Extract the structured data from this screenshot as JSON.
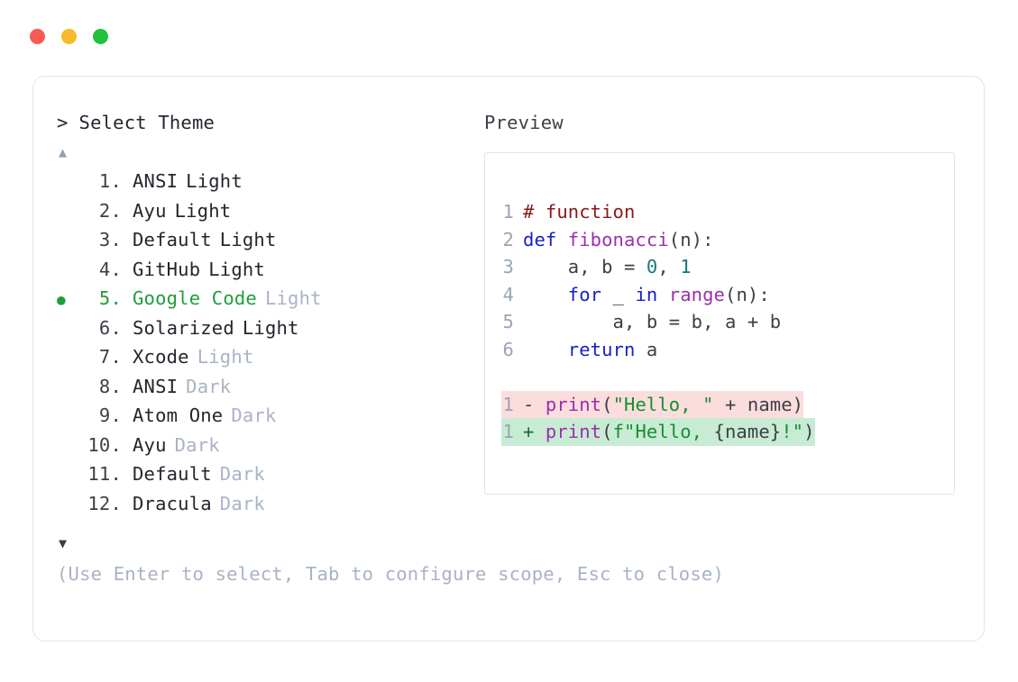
{
  "window": {
    "dots": [
      {
        "name": "close",
        "color": "#f75a54"
      },
      {
        "name": "minimize",
        "color": "#f7ba2a"
      },
      {
        "name": "maximize",
        "color": "#23c03a"
      }
    ]
  },
  "chooser": {
    "caret": ">",
    "title": "Select Theme",
    "scroll_up_icon": "▲",
    "scroll_down_icon": "▼",
    "selected_index": 5,
    "selected_bullet": "●",
    "items": [
      {
        "number": "1.",
        "name": "ANSI",
        "variant": "Light",
        "variant_dim": false,
        "selected": false
      },
      {
        "number": "2.",
        "name": "Ayu",
        "variant": "Light",
        "variant_dim": false,
        "selected": false
      },
      {
        "number": "3.",
        "name": "Default",
        "variant": "Light",
        "variant_dim": false,
        "selected": false
      },
      {
        "number": "4.",
        "name": "GitHub",
        "variant": "Light",
        "variant_dim": false,
        "selected": false
      },
      {
        "number": "5.",
        "name": "Google Code",
        "variant": "Light",
        "variant_dim": true,
        "selected": true
      },
      {
        "number": "6.",
        "name": "Solarized",
        "variant": "Light",
        "variant_dim": false,
        "selected": false
      },
      {
        "number": "7.",
        "name": "Xcode",
        "variant": "Light",
        "variant_dim": true,
        "selected": false
      },
      {
        "number": "8.",
        "name": "ANSI",
        "variant": "Dark",
        "variant_dim": true,
        "selected": false
      },
      {
        "number": "9.",
        "name": "Atom One",
        "variant": "Dark",
        "variant_dim": true,
        "selected": false
      },
      {
        "number": "10.",
        "name": "Ayu",
        "variant": "Dark",
        "variant_dim": true,
        "selected": false
      },
      {
        "number": "11.",
        "name": "Default",
        "variant": "Dark",
        "variant_dim": true,
        "selected": false
      },
      {
        "number": "12.",
        "name": "Dracula",
        "variant": "Dark",
        "variant_dim": true,
        "selected": false
      }
    ]
  },
  "hint": "(Use Enter to select, Tab to configure scope, Esc to close)",
  "preview": {
    "label": "Preview",
    "code_lines": [
      {
        "ln": "1",
        "tokens": [
          {
            "t": "# function",
            "c": "tok-comment"
          }
        ]
      },
      {
        "ln": "2",
        "tokens": [
          {
            "t": "def ",
            "c": "tok-keyword"
          },
          {
            "t": "fibonacci",
            "c": "tok-func"
          },
          {
            "t": "(n):",
            "c": "tok-punct"
          }
        ]
      },
      {
        "ln": "3",
        "tokens": [
          {
            "t": "    a, b = ",
            "c": "tok-plain"
          },
          {
            "t": "0",
            "c": "tok-number"
          },
          {
            "t": ", ",
            "c": "tok-plain"
          },
          {
            "t": "1",
            "c": "tok-number"
          }
        ]
      },
      {
        "ln": "4",
        "tokens": [
          {
            "t": "    ",
            "c": "tok-plain"
          },
          {
            "t": "for",
            "c": "tok-keyword"
          },
          {
            "t": " _ ",
            "c": "tok-plain"
          },
          {
            "t": "in",
            "c": "tok-keyword"
          },
          {
            "t": " ",
            "c": "tok-plain"
          },
          {
            "t": "range",
            "c": "tok-builtin"
          },
          {
            "t": "(n):",
            "c": "tok-punct"
          }
        ]
      },
      {
        "ln": "5",
        "tokens": [
          {
            "t": "        a, b = b, a + b",
            "c": "tok-plain"
          }
        ]
      },
      {
        "ln": "6",
        "tokens": [
          {
            "t": "    ",
            "c": "tok-plain"
          },
          {
            "t": "return",
            "c": "tok-keyword"
          },
          {
            "t": " a",
            "c": "tok-plain"
          }
        ]
      }
    ],
    "diff_lines": [
      {
        "ln": "1",
        "kind": "del",
        "sign": "-",
        "tokens": [
          {
            "t": "print",
            "c": "tok-func"
          },
          {
            "t": "(",
            "c": "tok-punct"
          },
          {
            "t": "\"Hello, \"",
            "c": "tok-string"
          },
          {
            "t": " + name)",
            "c": "tok-plain"
          }
        ]
      },
      {
        "ln": "1",
        "kind": "add",
        "sign": "+",
        "tokens": [
          {
            "t": "print",
            "c": "tok-func"
          },
          {
            "t": "(",
            "c": "tok-punct"
          },
          {
            "t": "f\"Hello, ",
            "c": "tok-string"
          },
          {
            "t": "{name}",
            "c": "tok-plain"
          },
          {
            "t": "!\"",
            "c": "tok-string"
          },
          {
            "t": ")",
            "c": "tok-punct"
          }
        ]
      }
    ]
  },
  "colors": {
    "accent_green": "#1f9d3a",
    "dim_text": "#a9b3c6",
    "body_text": "#24262d",
    "card_border": "#e2e4ea",
    "preview_border": "#dfe3ec",
    "diff_del_bg": "#fbdddd",
    "diff_add_bg": "#c8ebd3"
  }
}
